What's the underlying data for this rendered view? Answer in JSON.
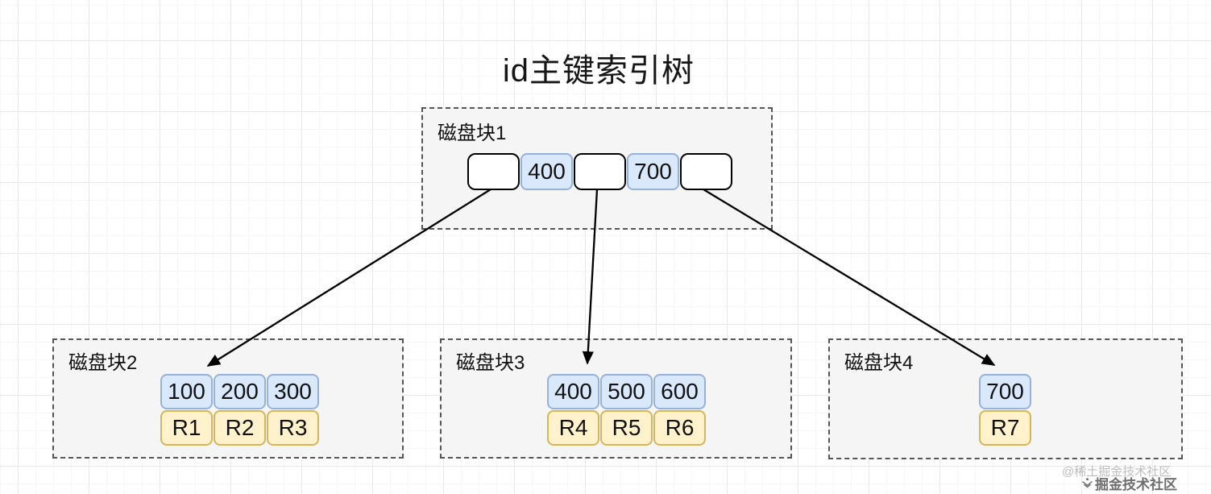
{
  "title": "id主键索引树",
  "root_block": {
    "label": "磁盘块1",
    "cells": [
      {
        "type": "pointer",
        "value": ""
      },
      {
        "type": "key",
        "value": "400"
      },
      {
        "type": "pointer",
        "value": ""
      },
      {
        "type": "key",
        "value": "700"
      },
      {
        "type": "pointer",
        "value": ""
      }
    ]
  },
  "leaf_blocks": [
    {
      "label": "磁盘块2",
      "keys": [
        "100",
        "200",
        "300"
      ],
      "records": [
        "R1",
        "R2",
        "R3"
      ]
    },
    {
      "label": "磁盘块3",
      "keys": [
        "400",
        "500",
        "600"
      ],
      "records": [
        "R4",
        "R5",
        "R6"
      ]
    },
    {
      "label": "磁盘块4",
      "keys": [
        "700"
      ],
      "records": [
        "R7"
      ]
    }
  ],
  "watermark": {
    "primary": "@稀土掘金技术社区",
    "secondary": "掘金技术社区",
    "logo_icon": "juejin-logo"
  },
  "colors": {
    "key_fill": "#dae8fc",
    "key_border": "#97b2da",
    "record_fill": "#fff2cc",
    "record_border": "#d6b656",
    "block_fill": "#f5f5f6",
    "block_border": "#565656",
    "pointer_border": "#000000"
  }
}
